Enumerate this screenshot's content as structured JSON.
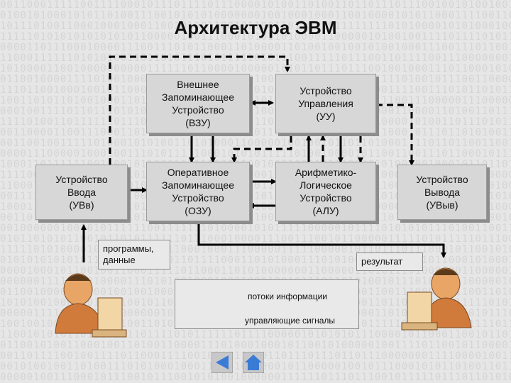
{
  "title": "Архитектура ЭВМ",
  "blocks": {
    "vzu": "Внешнее\nЗапоминающее\nУстройство\n(ВЗУ)",
    "uu": "Устройство\nУправления\n(УУ)",
    "uvv": "Устройство\nВвода\n(УВв)",
    "ozu": "Оперативное\nЗапоминающее\nУстройство\n(ОЗУ)",
    "alu": "Арифметико-\nЛогическое\nУстройство\n(АЛУ)",
    "uvyv": "Устройство\nВывода\n(УВыв)"
  },
  "callouts": {
    "input": "программы,\nданные",
    "output": "результат"
  },
  "legend": {
    "data_flow": "потоки информации",
    "control": "управляющие сигналы"
  },
  "nav": {
    "back_icon": "triangle-left-icon",
    "forward_icon": "triangle-right-icon",
    "button_color": "#3a7bd5"
  },
  "colors": {
    "background": "#e6e6e6",
    "box": "#d7d7d7",
    "box_shadow": "#8c8c8c",
    "person_skin": "#e9a566",
    "person_shirt": "#d07a3c"
  }
}
